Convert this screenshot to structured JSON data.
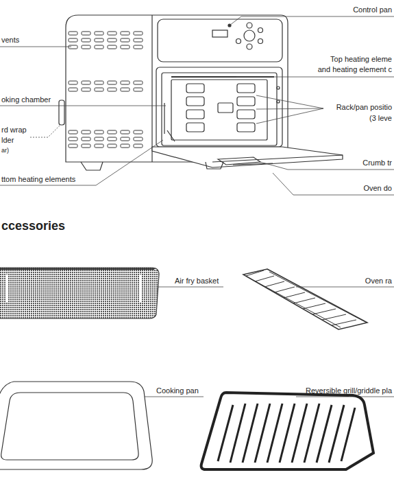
{
  "diagram": {
    "title": "ccessories",
    "labels": [
      "Control pan",
      "vents",
      "Top heating eleme",
      "and heating element c",
      "oking chamber",
      "Rack/pan positio",
      "(3 leve",
      "rd wrap",
      "lder",
      "ar)",
      "Crumb tr",
      "ttom heating elements",
      "Oven do",
      "Air fry basket",
      "Oven ra",
      "Cooking pan",
      "Reversible grill/griddle pla"
    ]
  }
}
